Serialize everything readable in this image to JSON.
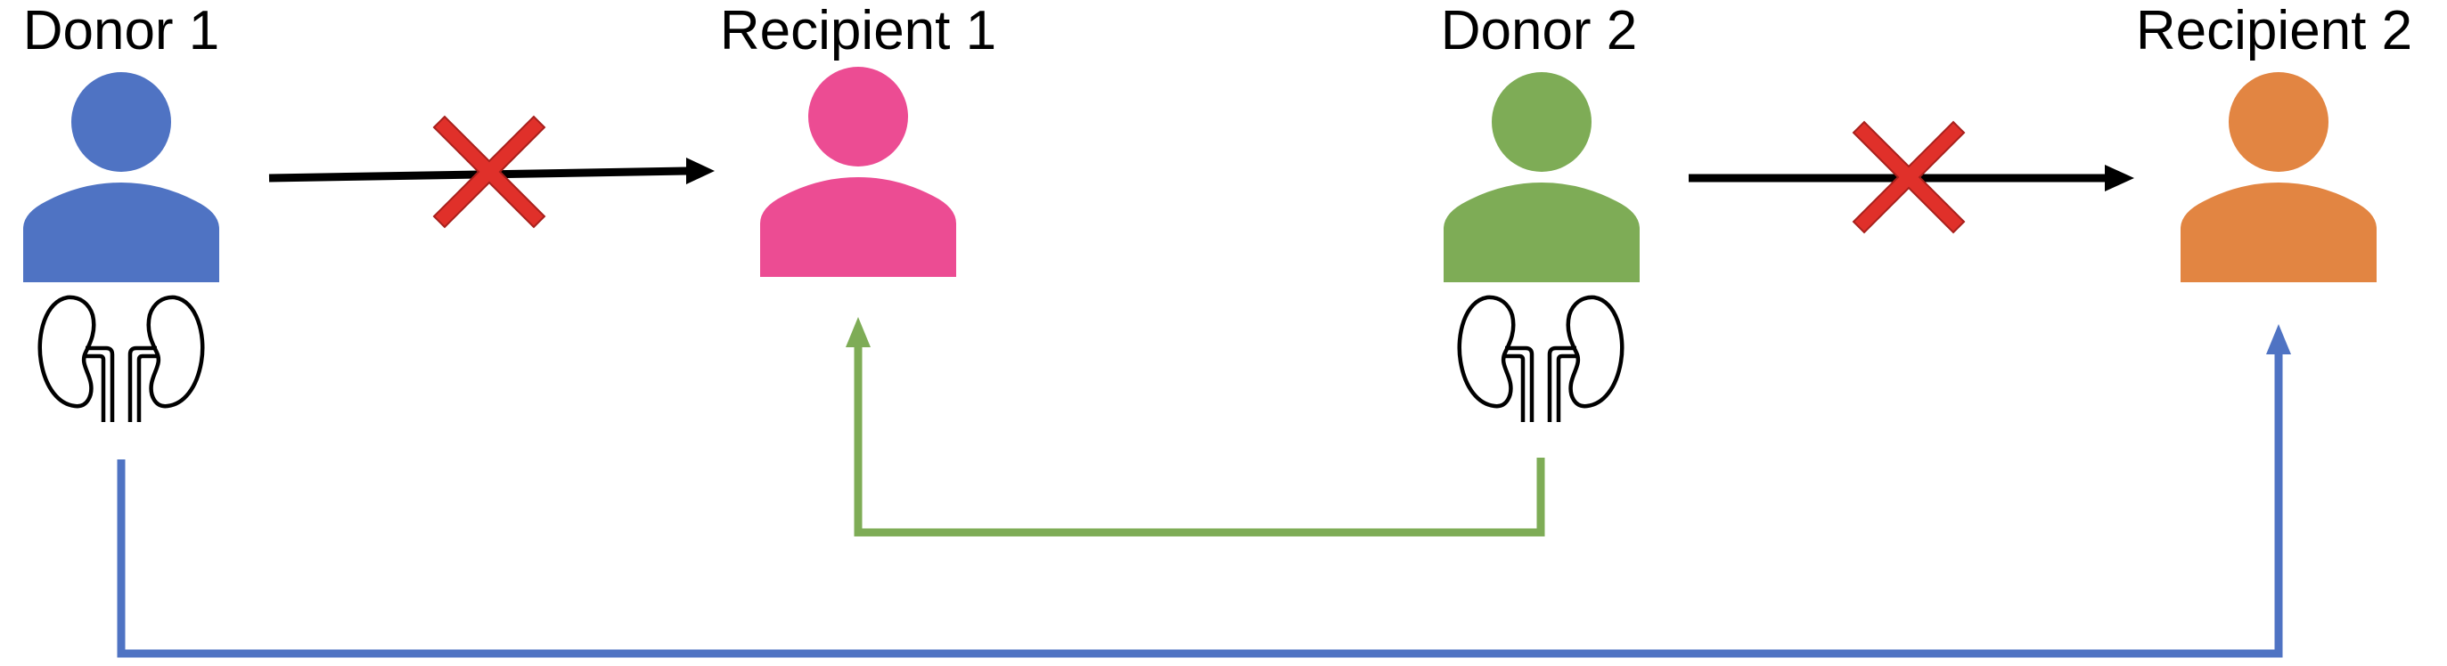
{
  "people": [
    {
      "id": "donor-1",
      "label": "Donor 1",
      "role": "donor",
      "color": "#4F73C3",
      "has_kidneys": true
    },
    {
      "id": "recipient-1",
      "label": "Recipient 1",
      "role": "recipient",
      "color": "#EC4C93",
      "has_kidneys": false
    },
    {
      "id": "donor-2",
      "label": "Donor 2",
      "role": "donor",
      "color": "#7EAC56",
      "has_kidneys": true
    },
    {
      "id": "recipient-2",
      "label": "Recipient 2",
      "role": "recipient",
      "color": "#E28542",
      "has_kidneys": false
    }
  ],
  "blocked_direct_donations": [
    {
      "from": "Donor 1",
      "to": "Recipient 1",
      "status": "incompatible"
    },
    {
      "from": "Donor 2",
      "to": "Recipient 2",
      "status": "incompatible"
    }
  ],
  "paired_exchange": [
    {
      "from": "Donor 2",
      "to": "Recipient 1",
      "color": "#7EAC56"
    },
    {
      "from": "Donor 1",
      "to": "Recipient 2",
      "color": "#4F73C3"
    }
  ],
  "colors": {
    "cross": "#E0302A",
    "direct_arrow": "#000000"
  }
}
